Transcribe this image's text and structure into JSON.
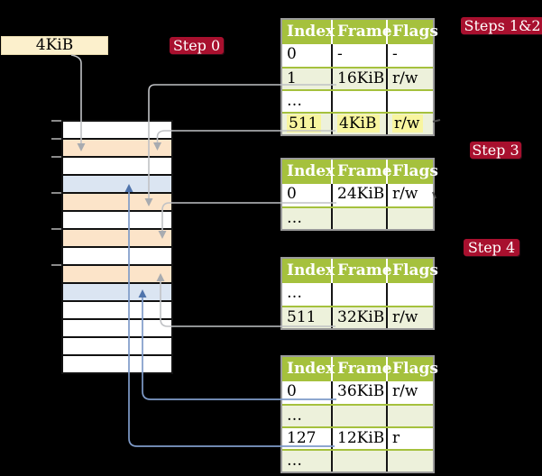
{
  "title": "Recursive page-table walk diagram",
  "source_box": {
    "label": "4KiB"
  },
  "badges": {
    "step0": "Step 0",
    "steps12": "Steps 1&2",
    "step3": "Step 3",
    "step4": "Step 4"
  },
  "memory_column": {
    "rows": [
      {
        "kind": "plain"
      },
      {
        "kind": "page-table"
      },
      {
        "kind": "plain"
      },
      {
        "kind": "mapped-page"
      },
      {
        "kind": "page-table"
      },
      {
        "kind": "plain"
      },
      {
        "kind": "page-table"
      },
      {
        "kind": "plain"
      },
      {
        "kind": "page-table"
      },
      {
        "kind": "mapped-page"
      },
      {
        "kind": "plain"
      },
      {
        "kind": "plain"
      },
      {
        "kind": "plain"
      },
      {
        "kind": "plain"
      }
    ]
  },
  "tables": [
    {
      "headers": [
        "Index",
        "Frame",
        "Flags"
      ],
      "rows": [
        {
          "cells": [
            "0",
            "-",
            "-"
          ],
          "highlight": false
        },
        {
          "cells": [
            "1",
            "16KiB",
            "r/w"
          ],
          "highlight": false
        },
        {
          "cells": [
            "…",
            "",
            ""
          ],
          "highlight": false
        },
        {
          "cells": [
            "511",
            "4KiB",
            "r/w"
          ],
          "highlight": true
        }
      ]
    },
    {
      "headers": [
        "Index",
        "Frame",
        "Flags"
      ],
      "rows": [
        {
          "cells": [
            "0",
            "24KiB",
            "r/w"
          ],
          "highlight": false
        },
        {
          "cells": [
            "…",
            "",
            ""
          ],
          "highlight": false
        }
      ]
    },
    {
      "headers": [
        "Index",
        "Frame",
        "Flags"
      ],
      "rows": [
        {
          "cells": [
            "…",
            "",
            ""
          ],
          "highlight": false
        },
        {
          "cells": [
            "511",
            "32KiB",
            "r/w"
          ],
          "highlight": false
        }
      ]
    },
    {
      "headers": [
        "Index",
        "Frame",
        "Flags"
      ],
      "rows": [
        {
          "cells": [
            "0",
            "36KiB",
            "r/w"
          ],
          "highlight": false
        },
        {
          "cells": [
            "…",
            "",
            ""
          ],
          "highlight": false
        },
        {
          "cells": [
            "127",
            "12KiB",
            "r"
          ],
          "highlight": false
        },
        {
          "cells": [
            "…",
            "",
            ""
          ],
          "highlight": false
        }
      ]
    }
  ],
  "colors": {
    "background": "#000000",
    "table_header_bg": "#a5c13d",
    "table_header_text": "#ffffff",
    "table_row_bg": "#ffffff",
    "table_row_alt_bg": "#edf1db",
    "table_border": "#9a9a9a",
    "cell_divider": "#151515",
    "row_divider": "#a5c13d",
    "highlight_bg": "#f8f59f",
    "badge_bg": "#a8102e",
    "badge_text": "#ffffff",
    "box_bg": "#fcf0cc",
    "frame_plain": "#ffffff",
    "frame_page_table": "#fce4c9",
    "frame_mapped": "#dbe5f2",
    "arrow_gray": "#c0c2c5",
    "arrow_gray_head": "#a8abb0",
    "arrow_blue": "#7f9bc9",
    "arrow_blue_head": "#4f74ac",
    "text": "#000000"
  }
}
